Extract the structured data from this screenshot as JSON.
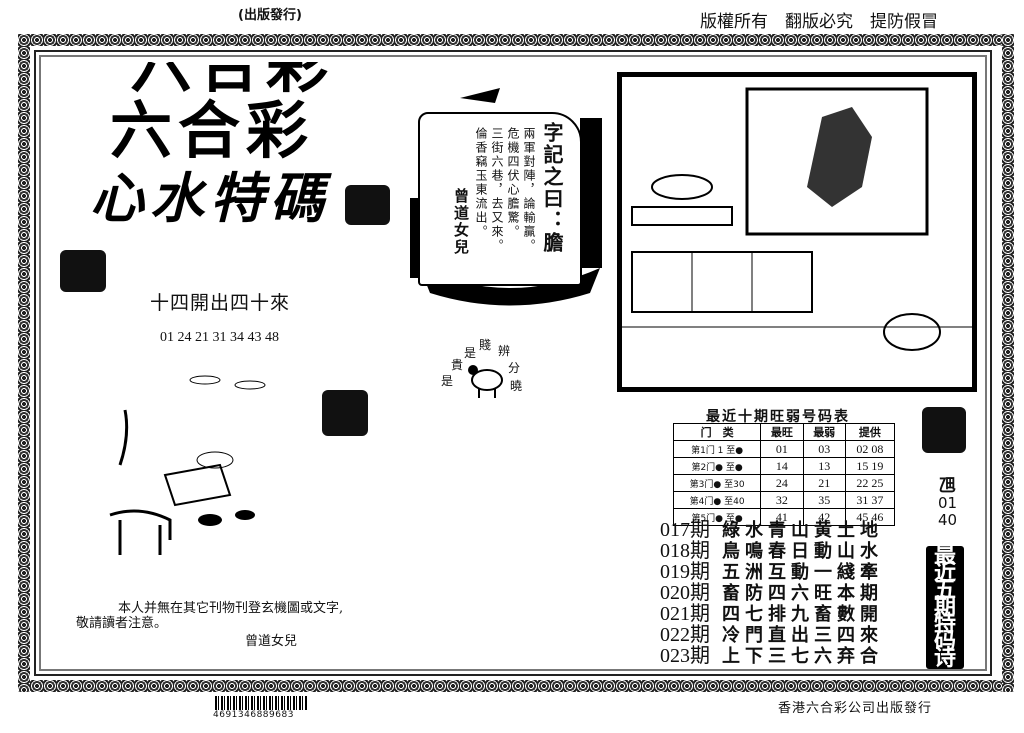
{
  "header": {
    "publish_note": "(出版發行)",
    "copyright": "版權所有　翻版必究　提防假冒"
  },
  "logo": {
    "line1": "六合彩",
    "line2": "六合彩",
    "line3": "心水特碼"
  },
  "ship_poem": {
    "title": "字記之曰：膽",
    "lines": [
      "兩軍對陣，論輸贏。",
      "危機四伏心膽驚。",
      "三街六巷，去又來。",
      "倫香竊玉東流出。"
    ],
    "author": "曾道女兒"
  },
  "hint": {
    "title": "十四開出四十來",
    "numbers": "01 24 21 31 34 43 48"
  },
  "sheep_text": [
    "是",
    "貴",
    "是",
    "賤",
    "辨",
    "分",
    "曉"
  ],
  "table": {
    "title": "最近十期旺弱号码表",
    "headers": [
      "门　类",
      "最旺",
      "最弱",
      "提供"
    ],
    "rows": [
      {
        "label": "第1门 1 至●",
        "hot": "01",
        "cold": "03",
        "offer": "02  08"
      },
      {
        "label": "第2门● 至●",
        "hot": "14",
        "cold": "13",
        "offer": "15  19"
      },
      {
        "label": "第3门● 至30",
        "hot": "24",
        "cold": "21",
        "offer": "22  25"
      },
      {
        "label": "第4门● 至40",
        "hot": "32",
        "cold": "35",
        "offer": "31  37"
      },
      {
        "label": "第5门● 至●",
        "hot": "41",
        "cold": "42",
        "offer": "45  46"
      }
    ]
  },
  "side_code": {
    "char": "乪",
    "n1": "01",
    "n2": "40"
  },
  "poems": [
    {
      "period": "017期",
      "text": "綠水青山黄土地"
    },
    {
      "period": "018期",
      "text": "鳥鳴春日動山水"
    },
    {
      "period": "019期",
      "text": "五洲互動一綫牽"
    },
    {
      "period": "020期",
      "text": "畜防四六旺本期"
    },
    {
      "period": "021期",
      "text": "四七排九畜數開"
    },
    {
      "period": "022期",
      "text": "冷門直出三四來"
    },
    {
      "period": "023期",
      "text": "上下三七六弃合"
    }
  ],
  "poem_label": "最近五期特码诗",
  "disclaimer": {
    "line1": "本人并無在其它刊物刊登玄機圖或文字,",
    "line2": "敬請讀者注意。",
    "signature": "曾道女兒"
  },
  "barcode": "4691346889683",
  "footer": "香港六合彩公司出版發行"
}
